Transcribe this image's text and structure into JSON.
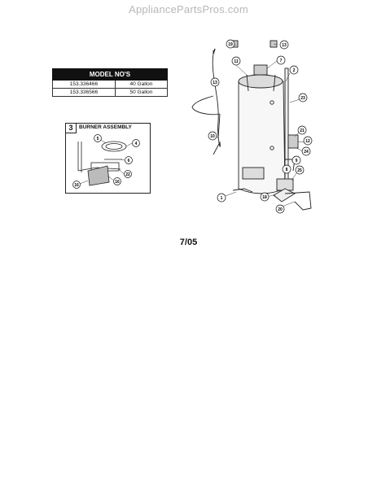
{
  "watermark": "AppliancePartsPros.com",
  "model_table": {
    "header": "MODEL NO'S",
    "rows": [
      {
        "model": "153.336466",
        "capacity": "40 Gallon"
      },
      {
        "model": "153.336566",
        "capacity": "50 Gallon"
      }
    ]
  },
  "inset": {
    "number": "3",
    "title": "BURNER ASSEMBLY",
    "callouts": [
      "5",
      "4",
      "6",
      "22",
      "16",
      "16"
    ]
  },
  "main_callouts": [
    "19",
    "13",
    "11",
    "7",
    "2",
    "13",
    "23",
    "21",
    "12",
    "24",
    "9",
    "8",
    "25",
    "1",
    "10",
    "18",
    "20"
  ],
  "date_code": "7/05"
}
